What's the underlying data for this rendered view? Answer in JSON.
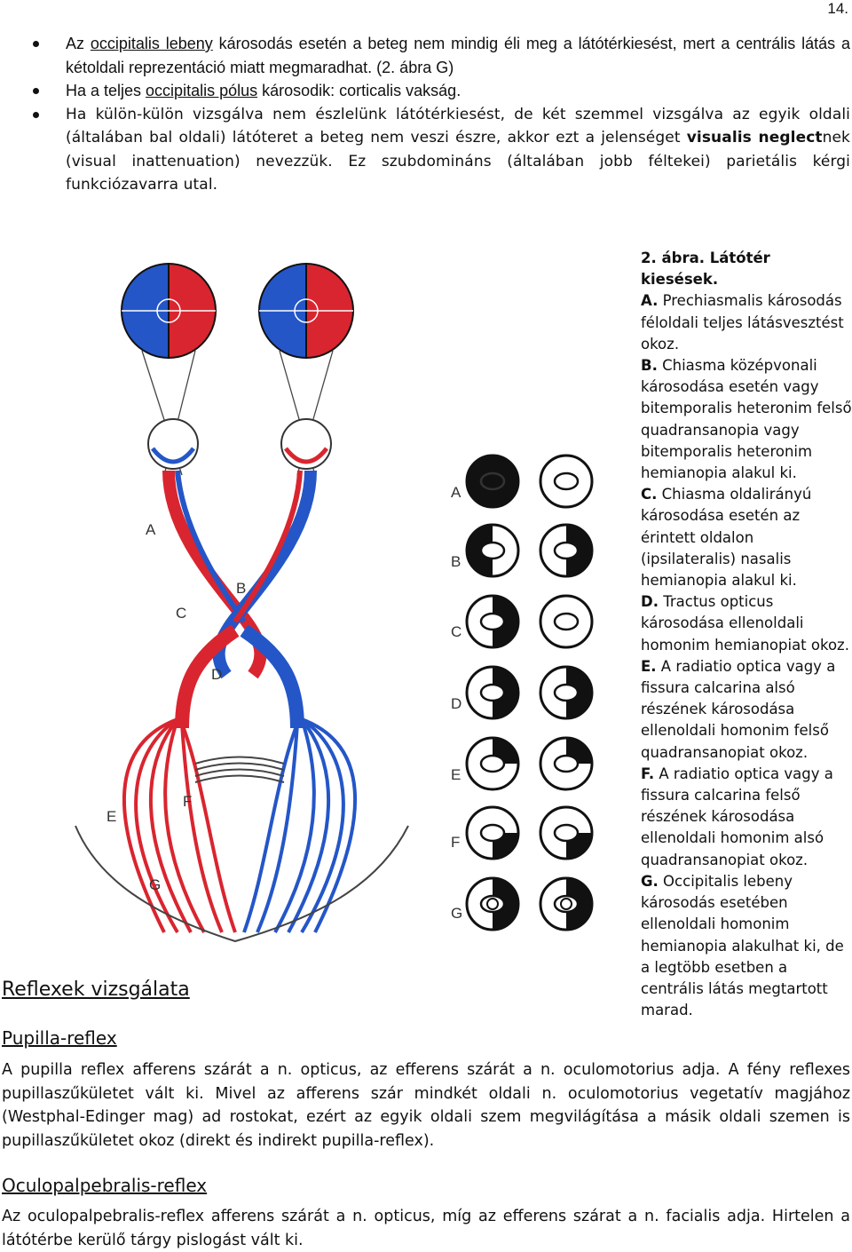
{
  "page_number": "14.",
  "bullets": [
    {
      "pre": "Az ",
      "u": "occipitalis lebeny",
      "post": " károsodás esetén a beteg nem mindig éli meg a látótérkiesést, mert a centrális látás a kétoldali reprezentáció miatt megmaradhat. (2. ábra G)"
    },
    {
      "pre": "Ha a teljes ",
      "u": "occipitalis pólus",
      "post": " károsodik: corticalis vakság."
    },
    {
      "pre": "Ha külön-külön vizsgálva nem észlelünk látótérkiesést, de két szemmel vizsgálva az egyik oldali (általában bal oldali) látóteret a beteg nem veszi észre, akkor ezt a jelenséget ",
      "bold": "visualis neglect",
      "post": "nek (visual inattenuation) nevezzük. Ez szubdomináns (általában jobb féltekei) parietális kérgi funkciózavarra utal."
    }
  ],
  "caption": {
    "title": "2. ábra. Látótér kiesések.",
    "items": [
      {
        "key": "A.",
        "text": " Prechiasmalis károsodás féloldali teljes látásvesztést okoz."
      },
      {
        "key": "B.",
        "text": " Chiasma középvonali károsodása esetén vagy bitemporalis heteronim felső quadransanopia vagy bitemporalis heteronim hemianopia alakul ki."
      },
      {
        "key": "C.",
        "text": " Chiasma oldalirányú károsodása esetén az érintett oldalon (ipsilateralis) nasalis hemianopia alakul ki."
      },
      {
        "key": "D.",
        "text": " Tractus opticus károsodása ellenoldali homonim hemianopiat okoz."
      },
      {
        "key": "E.",
        "text": " A radiatio optica vagy a fissura calcarina alsó részének károsodása ellenoldali homonim felső quadransanopiat okoz."
      },
      {
        "key": "F.",
        "text": " A radiatio optica vagy a fissura calcarina felső részének károsodása ellenoldali homonim alsó quadransanopiat okoz."
      },
      {
        "key": "G.",
        "text": " Occipitalis lebeny károsodás esetében ellenoldali homonim hemianopia alakulhat ki, de a legtöbb esetben a centrális látás megtartott marad."
      }
    ]
  },
  "figure_labels": {
    "A": "A",
    "B": "B",
    "C": "C",
    "D": "D",
    "E": "E",
    "F": "F",
    "G": "G"
  },
  "field_labels": [
    "A",
    "B",
    "C",
    "D",
    "E",
    "F",
    "G"
  ],
  "colors": {
    "left_pathway": "#d9252f",
    "right_pathway": "#2456c8"
  },
  "sections": {
    "reflex_heading": "Reflexek vizsgálata",
    "pupil_heading": "Pupilla-reflex",
    "pupil_text": "A pupilla reflex afferens szárát a n. opticus, az efferens szárát a n. oculomotorius adja. A fény reflexes pupillaszűkületet vált ki. Mivel az afferens szár mindkét oldali n. oculomotorius vegetatív magjához (Westphal-Edinger mag) ad rostokat, ezért az egyik oldali szem megvilágítása a másik oldali szemen is pupillaszűkületet okoz (direkt és indirekt pupilla-reflex).",
    "oculo_heading": "Oculopalpebralis-reflex",
    "oculo_text": "Az oculopalpebralis-reflex afferens szárát a n. opticus, míg az efferens szárat a n. facialis adja.  Hirtelen a látótérbe kerülő tárgy pislogást vált ki."
  }
}
